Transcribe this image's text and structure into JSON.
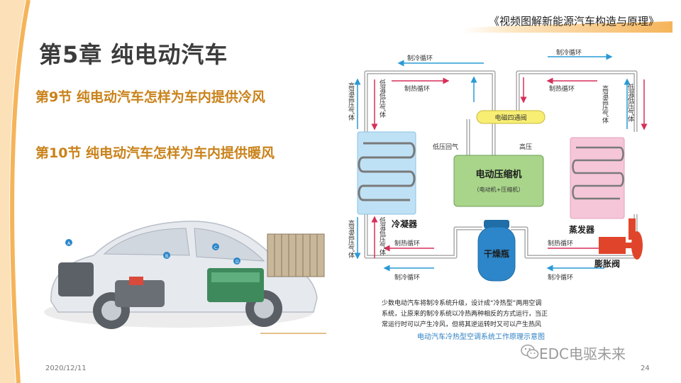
{
  "header": {
    "book_title": "《视频图解新能源汽车构造与原理》"
  },
  "chapter_title": "第5章  纯电动汽车",
  "sections": [
    {
      "label": "第9节   纯电动汽车怎样为车内提供冷风"
    },
    {
      "label": "第10节   纯电动汽车怎样为车内提供暖风"
    }
  ],
  "car_illustration": {
    "markers": [
      "A.",
      "B.",
      "C.",
      "D."
    ]
  },
  "diagram": {
    "top_cool_cycle": "制冷循环",
    "top_heat_cycle": "制热循环",
    "bottom_heat_cycle": "制热循环",
    "bottom_cool_cycle": "制冷循环",
    "left_high_upper": "高温高压气体",
    "left_low_upper": "低温低压气体",
    "left_high_lower": "高温高压气体",
    "left_low_lower": "低温低压气体",
    "right_high": "高温高压气体",
    "right_low": "低温低压气体",
    "valve4": "电磁四通阀",
    "low_return": "低压回气",
    "high_pressure": "高压",
    "compressor": "电动压缩机",
    "compressor_sub": "（电动机+压缩机）",
    "condenser": "冷凝器",
    "evaporator": "蒸发器",
    "dryer": "干燥瓶",
    "expansion_valve": "膨胀阀",
    "description_lines": [
      "少数电动汽车将制冷系统升级，设计成“冷热型”两用空调",
      "系统，让原来的制冷系统以冷热两种相反的方式运行，当正",
      "常运行时可以产生冷风，但将其逆运转时又可以产生热风"
    ],
    "caption": "电动汽车冷热型空调系统工作原理示意图"
  },
  "footer": {
    "date": "2020/12/11",
    "page": "24"
  },
  "watermark": {
    "text": "EDC电驱未来",
    "icon": "wechat-icon"
  },
  "colors": {
    "accent_orange": "#f5b45a",
    "section_text": "#c9821a",
    "compressor_green": "#a8d58a",
    "valve_yellow": "#f7ee73",
    "condenser_blue": "#bfe1f5",
    "evaporator_pink": "#f5c6d8",
    "dryer_blue": "#2c86c9",
    "expansion_red": "#e0452b",
    "caption_blue": "#2d7fc2"
  }
}
